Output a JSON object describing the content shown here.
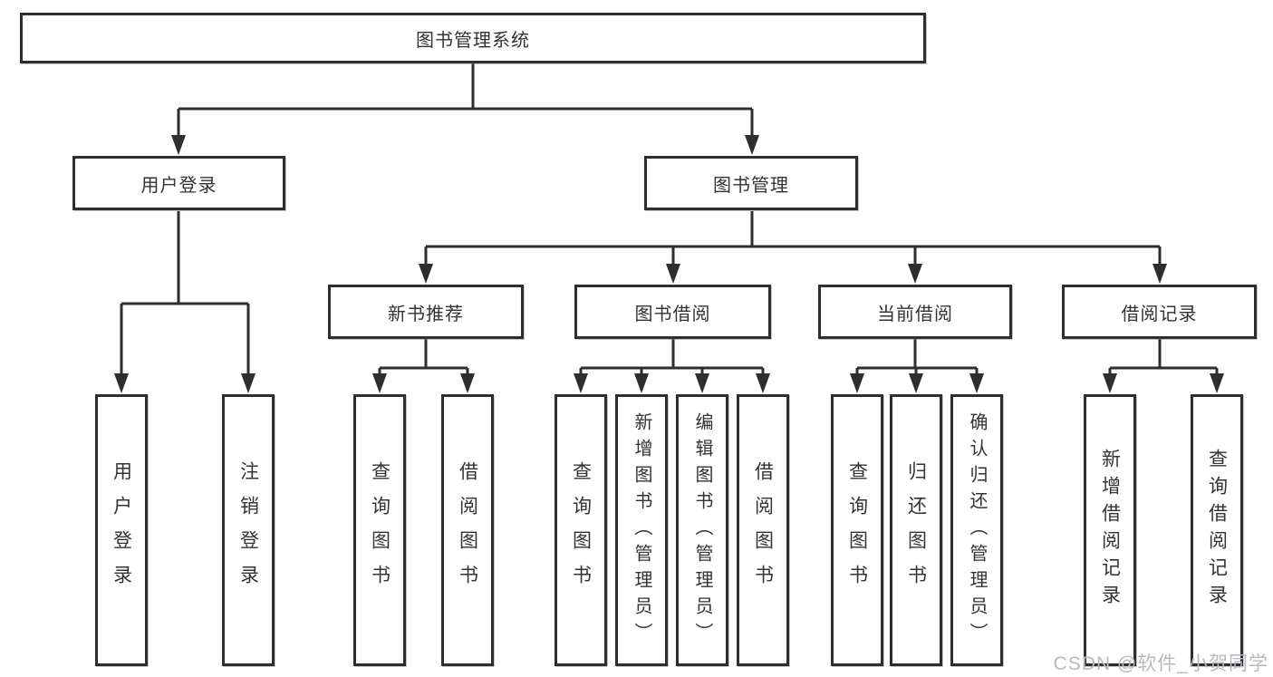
{
  "diagram": {
    "root": "图书管理系统",
    "user_login": {
      "label": "用户登录",
      "children": {
        "login": "用户登录",
        "logout": "注销登录"
      }
    },
    "book_mgmt": {
      "label": "图书管理",
      "new_book": {
        "label": "新书推荐",
        "children": {
          "query": "查询图书",
          "borrow": "借阅图书"
        }
      },
      "borrowing": {
        "label": "图书借阅",
        "children": {
          "query": "查询图书",
          "add": "新增图书（管理员）",
          "edit": "编辑图书（管理员）",
          "borrow": "借阅图书"
        }
      },
      "current": {
        "label": "当前借阅",
        "children": {
          "query": "查询图书",
          "return": "归还图书",
          "confirm": "确认归还（管理员）"
        }
      },
      "records": {
        "label": "借阅记录",
        "children": {
          "add": "新增借阅记录",
          "query": "查询借阅记录"
        }
      }
    },
    "colors": {
      "line": "#2e2e2e",
      "text": "#333333",
      "watermark": "#b6babe"
    }
  },
  "watermark": "CSDN @软件_小贺同学"
}
